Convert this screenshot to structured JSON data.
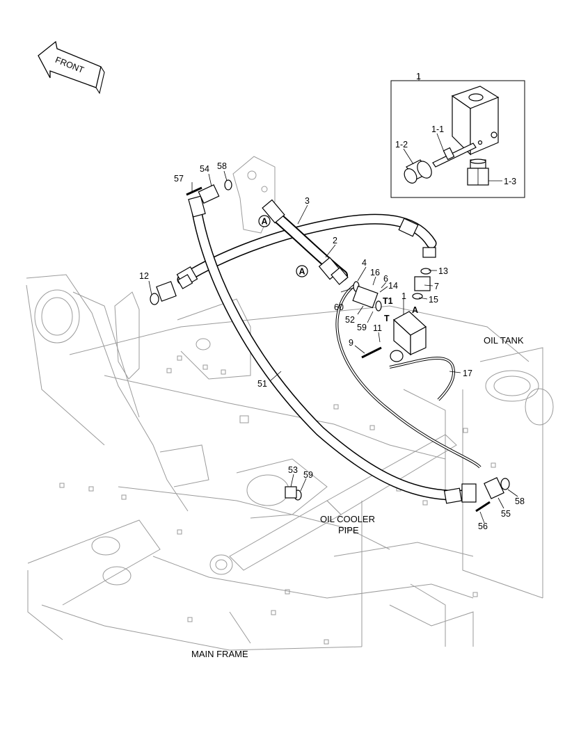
{
  "direction": {
    "label": "FRONT"
  },
  "captions": {
    "oil_tank": "OIL TANK",
    "oil_cooler_line1": "OIL COOLER",
    "oil_cooler_line2": "PIPE",
    "main_frame": "MAIN FRAME"
  },
  "detail_box": {
    "number": "1",
    "labels": {
      "p1_1": "1-1",
      "p1_2": "1-2",
      "p1_3": "1-3"
    }
  },
  "callouts": {
    "n1": "1",
    "n2": "2",
    "n3": "3",
    "n4": "4",
    "n6": "6",
    "n7": "7",
    "n9": "9",
    "n11": "11",
    "n12": "12",
    "n13": "13",
    "n14": "14",
    "n15": "15",
    "n16": "16",
    "n17": "17",
    "n51": "51",
    "n52": "52",
    "n53": "53",
    "n54": "54",
    "n55": "55",
    "n56": "56",
    "n57": "57",
    "n58a": "58",
    "n58b": "58",
    "n59a": "59",
    "n59b": "59",
    "n60": "60",
    "t1": "T1",
    "t": "T",
    "a_valve": "A",
    "a_circle1": "A",
    "a_circle2": "A"
  },
  "icons": [
    "front-arrow-icon"
  ]
}
